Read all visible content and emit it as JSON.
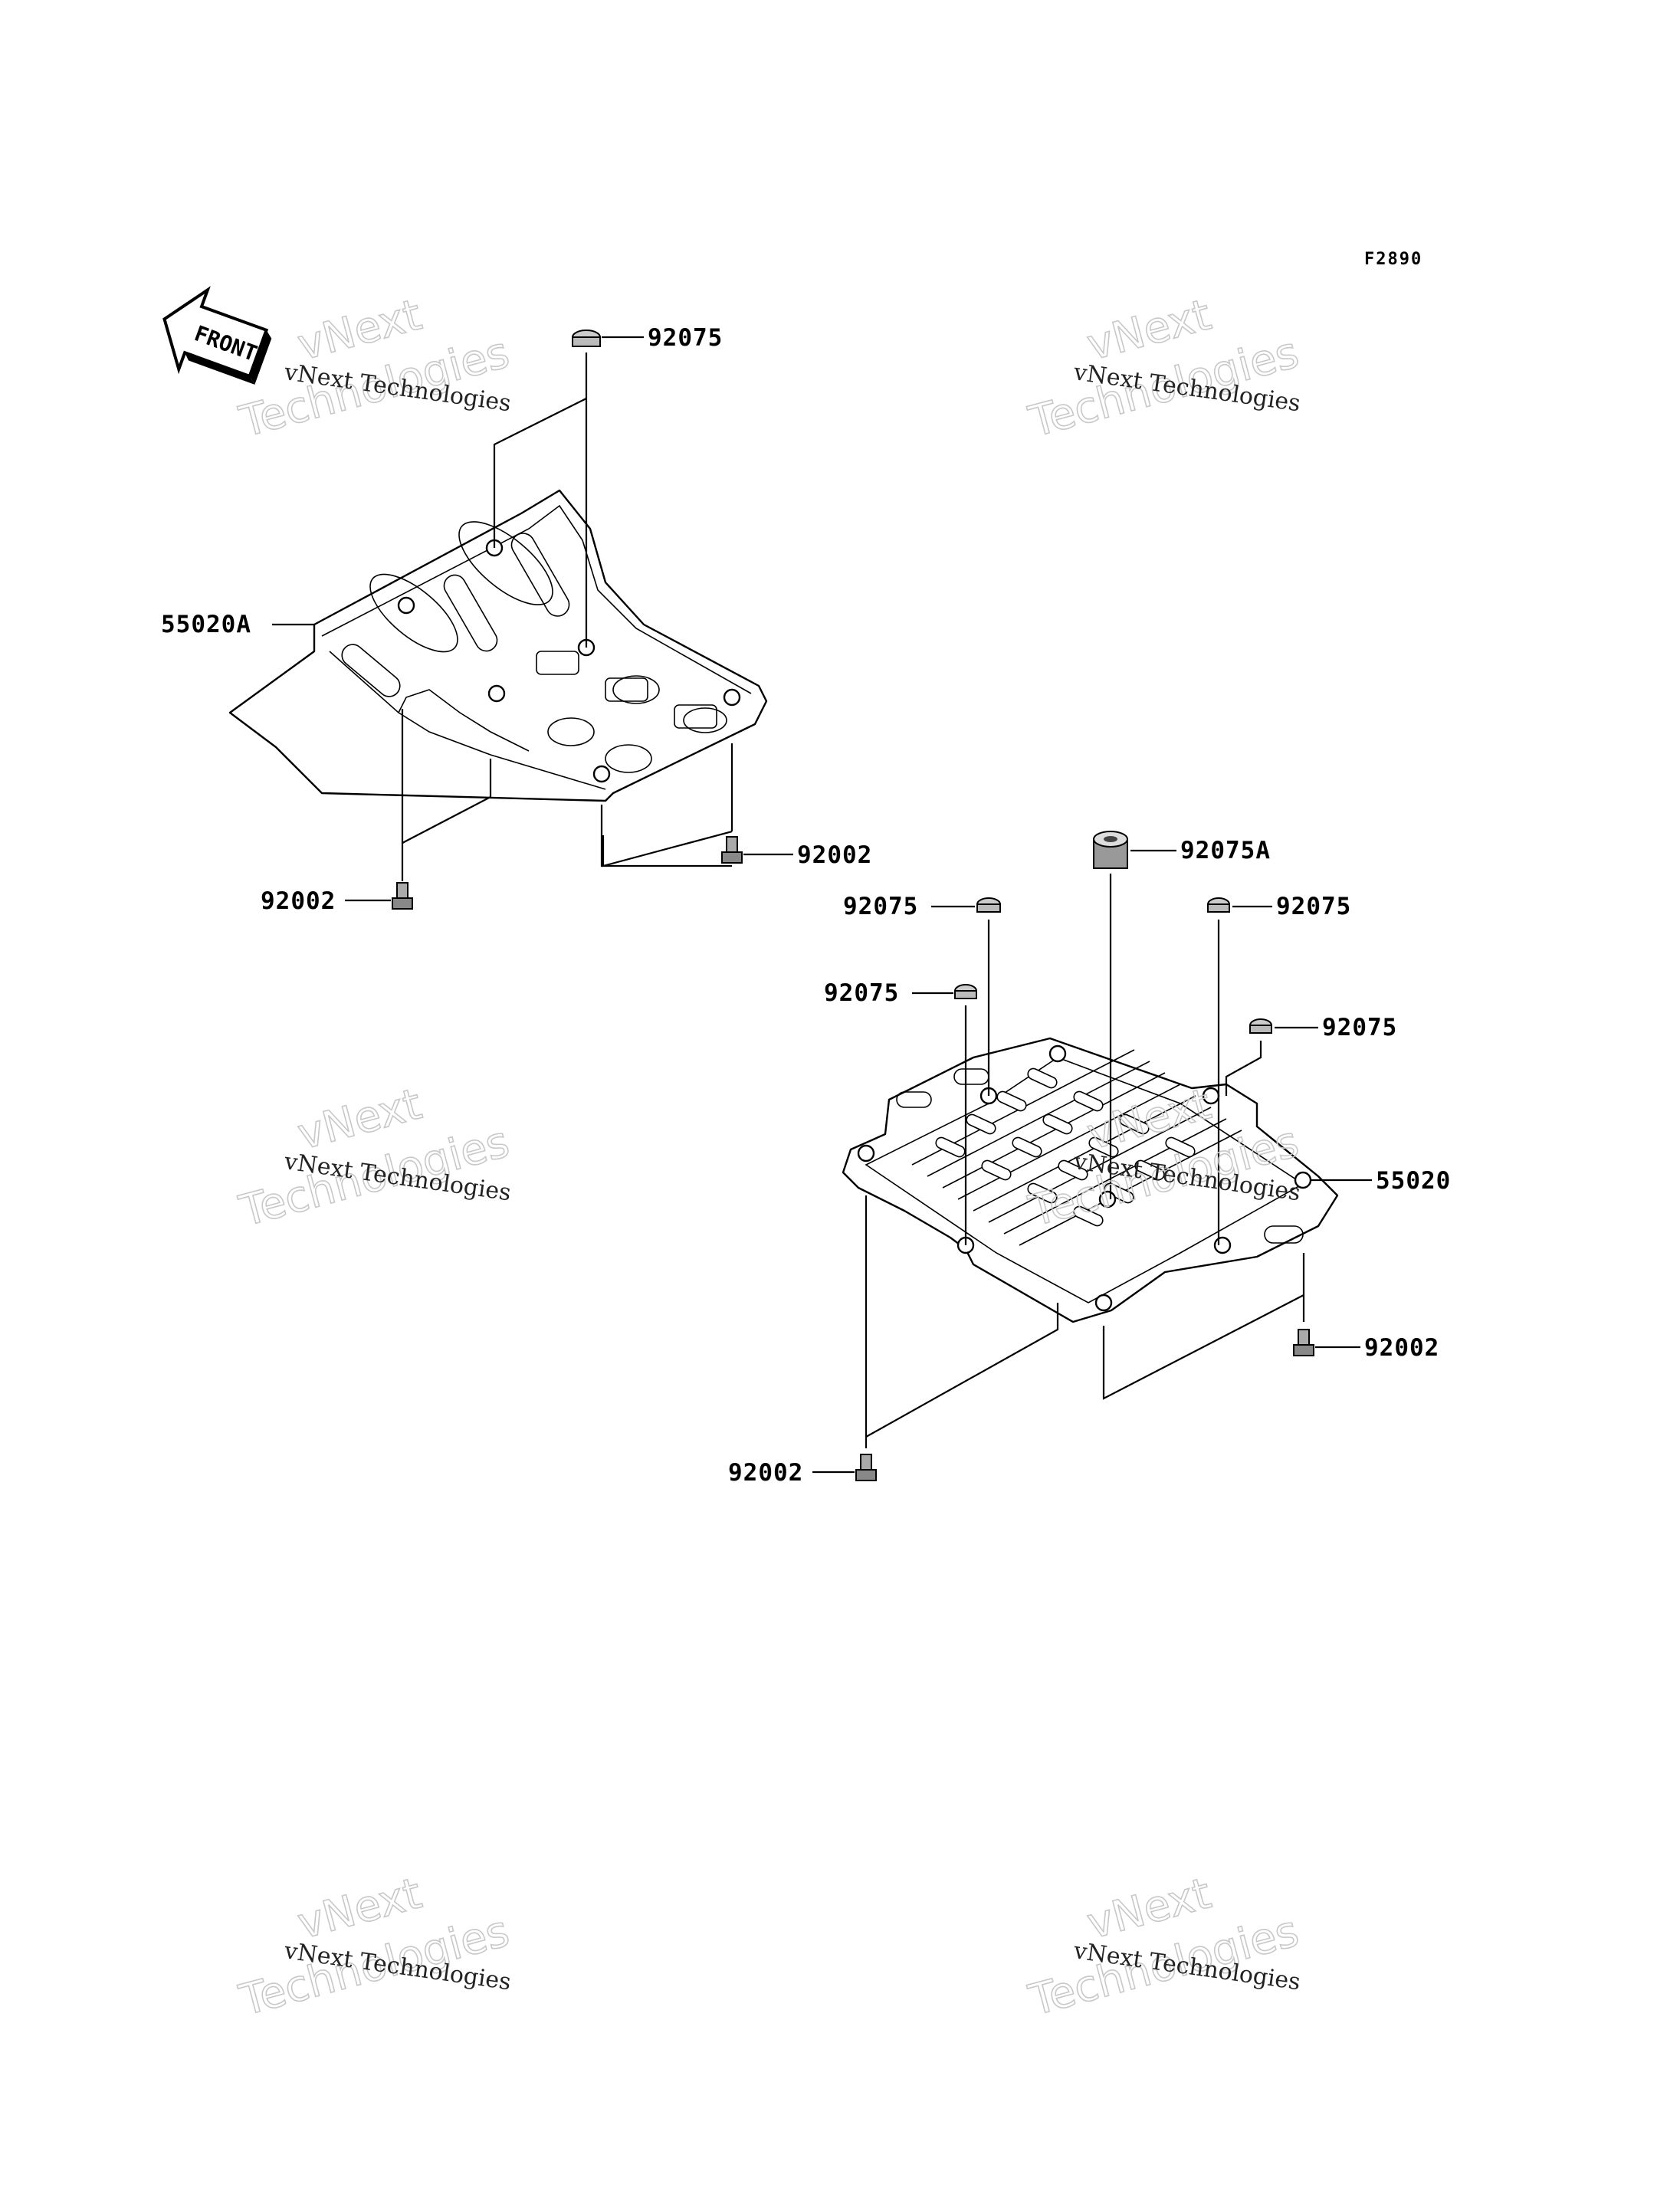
{
  "figure_code": "F2890",
  "front_arrow_label": "FRONT",
  "watermark": {
    "line1": "vNext Technologies",
    "big1": "vNext",
    "big2": "Technologies"
  },
  "labels": {
    "upper_nut": "92075",
    "upper_plate": "55020A",
    "upper_bolt_right": "92002",
    "upper_bolt_left": "92002",
    "lower_spacer": "92075A",
    "lower_nut_a": "92075",
    "lower_nut_b": "92075",
    "lower_nut_c": "92075",
    "lower_nut_d": "92075",
    "lower_plate": "55020",
    "lower_bolt_right": "92002",
    "lower_bolt_left": "92002"
  }
}
